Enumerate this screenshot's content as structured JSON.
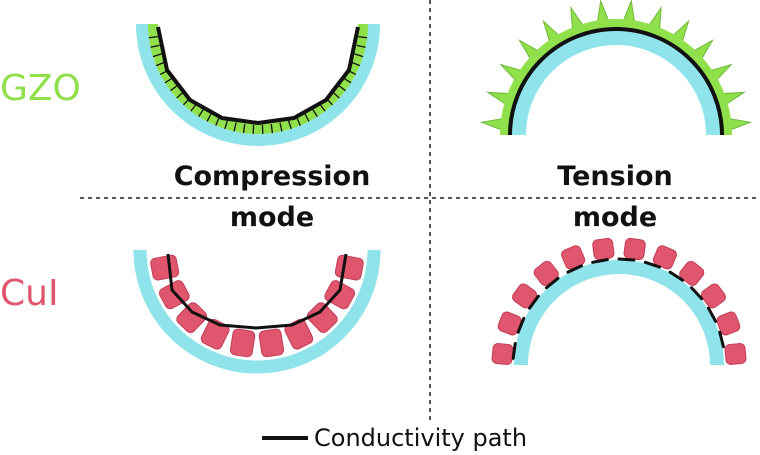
{
  "rows": {
    "gzo_label": "GZO",
    "cui_label": "CuI"
  },
  "modes": {
    "compression": {
      "line1": "Compression",
      "line2": "mode"
    },
    "tension": {
      "line1": "Tension",
      "line2": "mode"
    }
  },
  "legend": {
    "label": "Conductivity path"
  },
  "colors": {
    "substrate": "#8fe3ea",
    "gzo": "#8fe04a",
    "cui": "#e0566f",
    "path": "#111111",
    "divider": "#555555"
  }
}
